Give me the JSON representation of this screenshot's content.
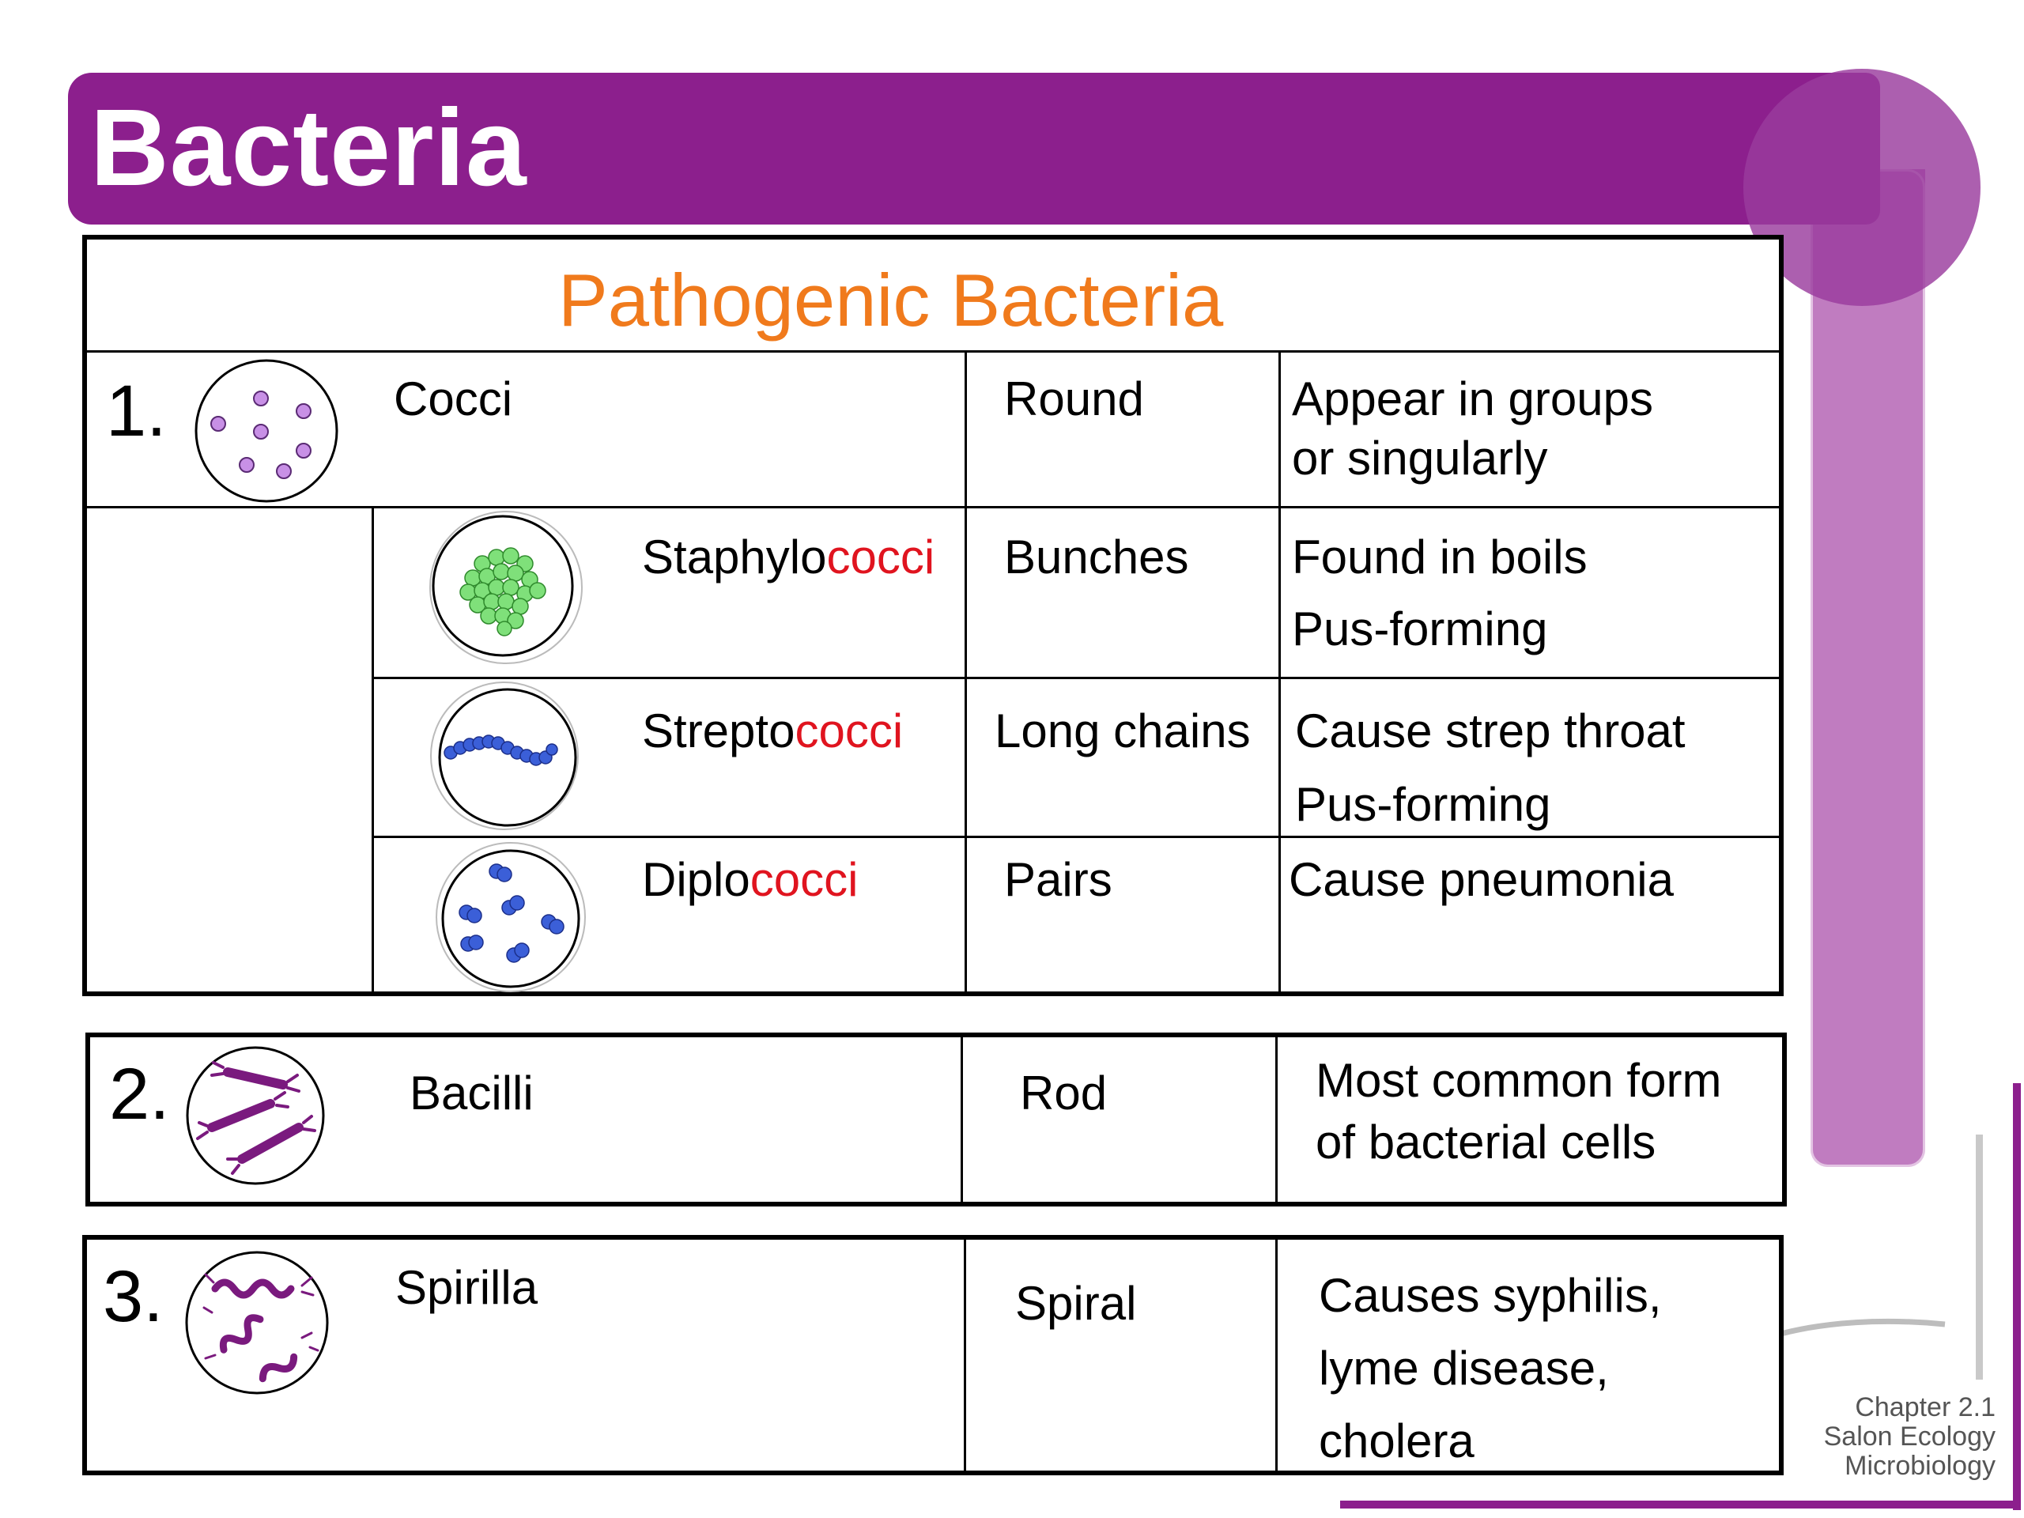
{
  "slide": {
    "title": "Bacteria",
    "footer": [
      "Chapter 2.1",
      "Salon Ecology",
      "Microbiology"
    ]
  },
  "table": {
    "heading": "Pathogenic Bacteria",
    "rows": [
      {
        "number": "1.",
        "name": "Cocci",
        "shape": "Round",
        "description": [
          "Appear in groups",
          "or singularly"
        ],
        "icon": "cocci-icon"
      },
      {
        "name_prefix": "Staphylo",
        "name_suffix": "cocci",
        "shape": "Bunches",
        "description": [
          "Found in boils",
          "Pus-forming"
        ],
        "icon": "staphylococci-icon"
      },
      {
        "name_prefix": "Strepto",
        "name_suffix": "cocci",
        "shape": "Long chains",
        "description": [
          "Cause strep throat",
          "Pus-forming"
        ],
        "icon": "streptococci-icon"
      },
      {
        "name_prefix": "Diplo",
        "name_suffix": "cocci",
        "shape": "Pairs",
        "description": [
          "Cause pneumonia"
        ],
        "icon": "diplococci-icon"
      },
      {
        "number": "2.",
        "name": "Bacilli",
        "shape": "Rod",
        "description": [
          "Most common form",
          "of bacterial cells"
        ],
        "icon": "bacilli-icon"
      },
      {
        "number": "3.",
        "name": "Spirilla",
        "shape": "Spiral",
        "description": [
          "Causes syphilis,",
          "lyme disease,",
          "cholera"
        ],
        "icon": "spirilla-icon"
      }
    ]
  },
  "colors": {
    "title_band": "#8c1f8d",
    "accent_light": "#c07cc0",
    "heading": "#f07a1c",
    "suffix_red": "#e0141f"
  }
}
